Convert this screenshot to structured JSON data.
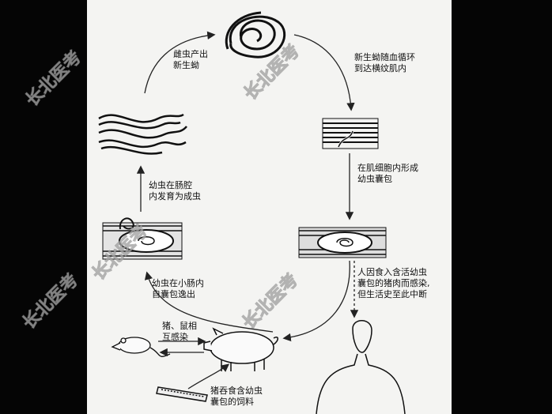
{
  "labels": {
    "female_larvae": [
      "雌虫产出",
      "新生蚴"
    ],
    "bloodstream": [
      "新生蚴随血循环",
      "到达横纹肌内"
    ],
    "cyst_forms": [
      "在肌细胞内形成",
      "幼虫囊包"
    ],
    "human_infect": [
      "人因食入含活幼虫",
      "囊包的猪肉而感染,",
      "但生活史至此中断"
    ],
    "adult_develop": [
      "幼虫在肠腔",
      "内发育为成虫"
    ],
    "escape_cyst": [
      "幼虫在小肠内",
      "自囊包逸出"
    ],
    "rat_pig": [
      "猪、鼠相",
      "互感染"
    ],
    "pig_feed": [
      "猪吞食含幼虫",
      "囊包的饲料"
    ]
  },
  "watermark": "长北医考"
}
